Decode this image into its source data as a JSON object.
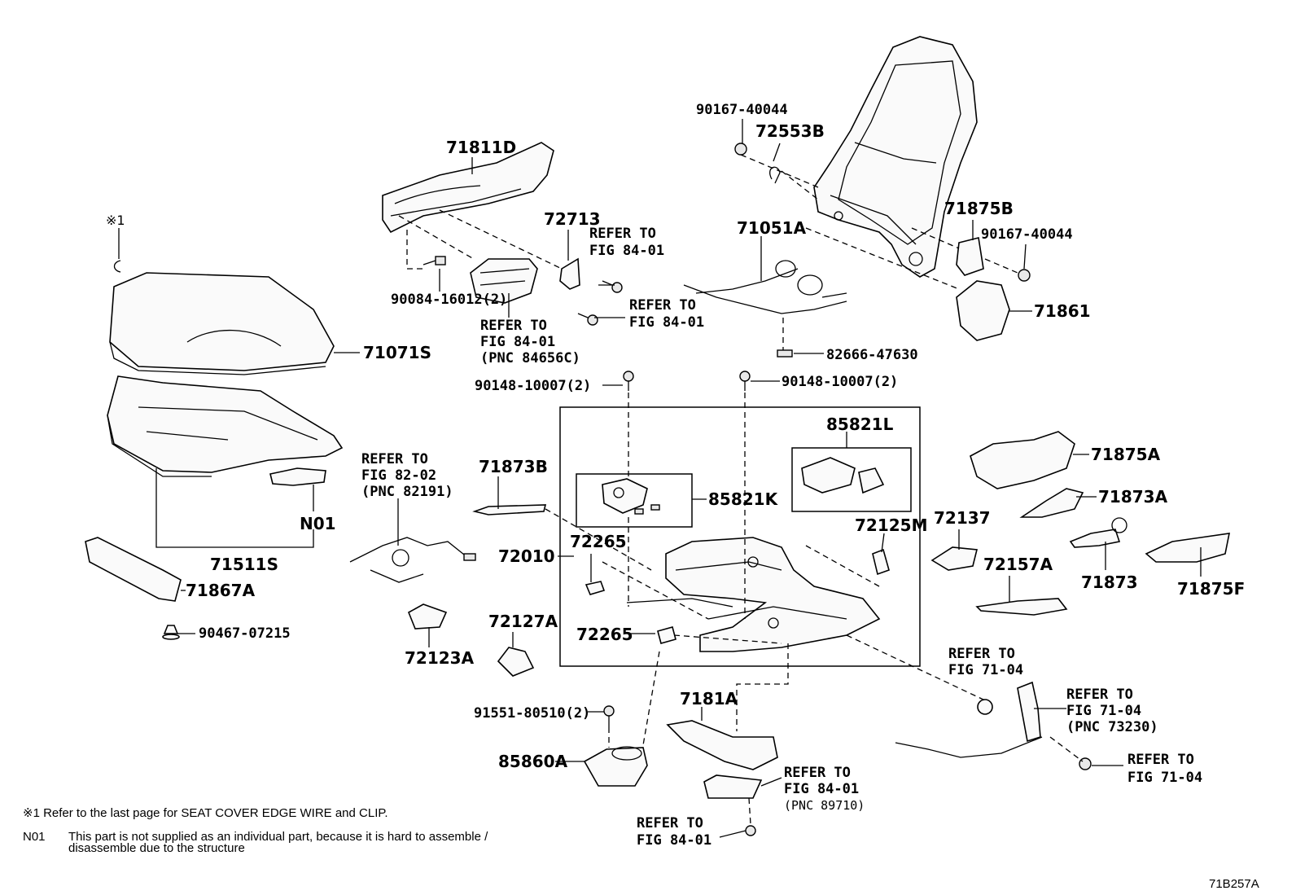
{
  "labels": {
    "p71811D": "71811D",
    "p72713": "72713",
    "refer_84_01_a": [
      "REFER TO",
      "FIG 84-01"
    ],
    "p90167_40044_a": "90167-40044",
    "p72553B": "72553B",
    "p71875B": "71875B",
    "p90167_40044_b": "90167-40044",
    "p71051A": "71051A",
    "p71861": "71861",
    "p82666_47630": "82666-47630",
    "p90084_16012": "90084-16012(2)",
    "refer_84_01_pnc84656C": [
      "REFER TO",
      "FIG 84-01",
      "(PNC 84656C)"
    ],
    "refer_84_01_b": [
      "REFER TO",
      "FIG 84-01"
    ],
    "symbol_ref": "※1",
    "p71071S": "71071S",
    "p90148_10007_a": "90148-10007(2)",
    "p90148_10007_b": "90148-10007(2)",
    "p85821L": "85821L",
    "p85821K": "85821K",
    "refer_82_02": [
      "REFER TO",
      "FIG 82-02",
      "(PNC 82191)"
    ],
    "p71873B": "71873B",
    "N01": "N01",
    "p71875A": "71875A",
    "p71873A": "71873A",
    "p72137": "72137",
    "p72125M": "72125M",
    "p72265_a": "72265",
    "p72010": "72010",
    "p71511S": "71511S",
    "p71867A": "71867A",
    "p72157A": "72157A",
    "p71873": "71873",
    "p71875F": "71875F",
    "p72265_b": "72265",
    "p72127A": "72127A",
    "p90467_07215": "90467-07215",
    "p72123A": "72123A",
    "refer_71_04_a": [
      "REFER TO",
      "FIG 71-04"
    ],
    "refer_71_04_pnc73230": [
      "REFER TO",
      "FIG 71-04",
      "(PNC 73230)"
    ],
    "p91551_80510": "91551-80510(2)",
    "p7181A": "7181A",
    "p85860A": "85860A",
    "refer_71_04_b": [
      "REFER TO",
      "FIG 71-04"
    ],
    "refer_84_01_pnc89710": [
      "REFER TO",
      "FIG 84-01",
      "(PNC 89710)"
    ],
    "refer_84_01_c": [
      "REFER TO",
      "FIG 84-01"
    ]
  },
  "notes": {
    "note1": "※1 Refer to the last page for SEAT COVER EDGE WIRE and CLIP.",
    "n01_code": "N01",
    "n01_text_line1": "This part is not supplied as an individual part, because it is hard to assemble /",
    "n01_text_line2": "disassemble due to the structure"
  },
  "figure_id": "71B257A"
}
